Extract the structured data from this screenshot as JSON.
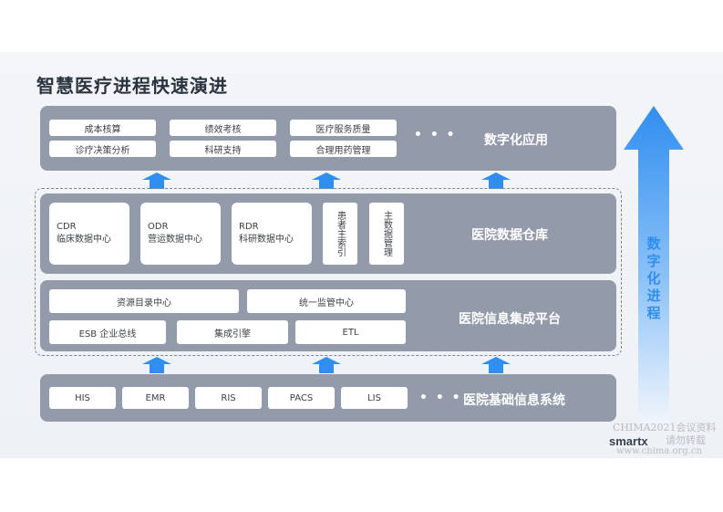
{
  "title": "智慧医疗进程快速演进",
  "layers": {
    "apps": {
      "label": "数字化应用",
      "items": [
        "成本核算",
        "绩效考核",
        "医疗服务质量",
        "诊疗决策分析",
        "科研支持",
        "合理用药管理"
      ],
      "more": "• • •"
    },
    "warehouse": {
      "label": "医院数据仓库",
      "centers": [
        {
          "code": "CDR",
          "name": "临床数据中心"
        },
        {
          "code": "ODR",
          "name": "营运数据中心"
        },
        {
          "code": "RDR",
          "name": "科研数据中心"
        }
      ],
      "vertical": [
        "患者主索引",
        "主数据管理"
      ]
    },
    "integration": {
      "label": "医院信息集成平台",
      "items": [
        "资源目录中心",
        "统一监管中心",
        "ESB 企业总线",
        "集成引擎",
        "ETL"
      ]
    },
    "base": {
      "label": "医院基础信息系统",
      "items": [
        "HIS",
        "EMR",
        "RIS",
        "PACS",
        "LIS"
      ],
      "more": "• • •"
    }
  },
  "progress_label": "数字化进程",
  "watermark": {
    "line1": "CHIMA2021会议资料",
    "line2": "请勿转载",
    "line3": "www.chima.org.cn",
    "brand": "smartx"
  },
  "colors": {
    "layer": "#939aa9",
    "arrow": "#2f8ef0",
    "title": "#2b3340"
  }
}
